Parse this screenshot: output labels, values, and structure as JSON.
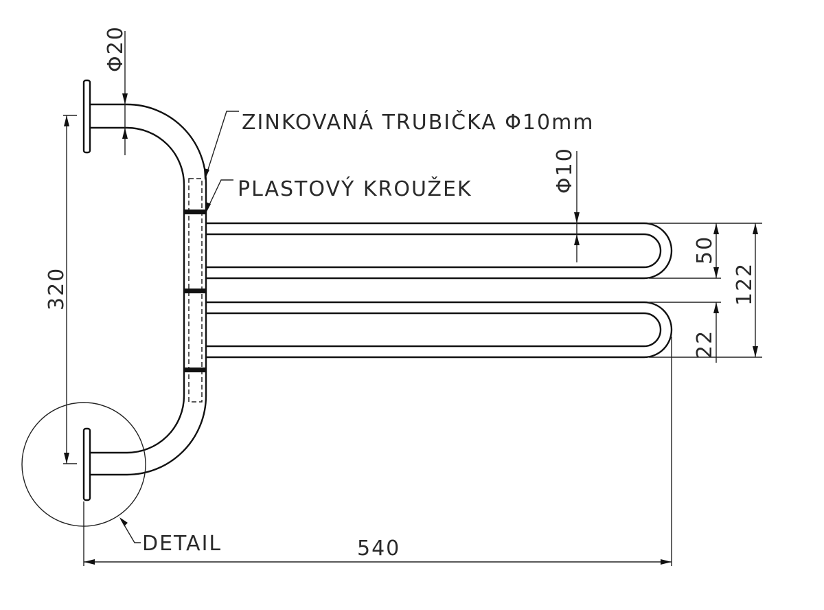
{
  "drawing": {
    "labels": {
      "tube": "ZINKOVANÁ TRUBIČKA Φ10mm",
      "ring": "PLASTOVÝ KROUŽEK",
      "detail": "DETAIL"
    },
    "dimensions": {
      "pipe_diameter": "Φ20",
      "tube_diameter": "Φ10",
      "height": "320",
      "loop_spacing": "50",
      "loop_gap": "22",
      "total_loop_height": "122",
      "length": "540"
    },
    "line_color": "#111111"
  }
}
